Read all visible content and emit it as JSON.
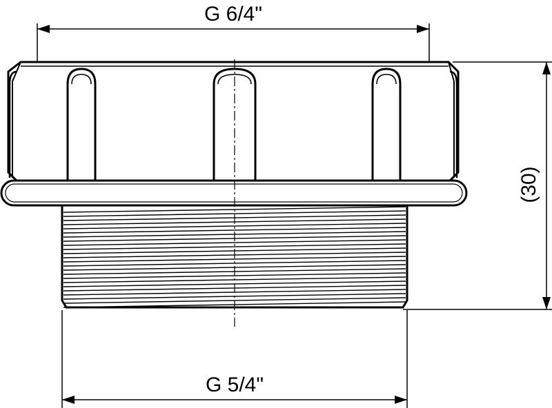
{
  "dimensions": {
    "top_thread": "G 6/4\"",
    "bottom_thread": "G 5/4\"",
    "height": "(30)"
  }
}
